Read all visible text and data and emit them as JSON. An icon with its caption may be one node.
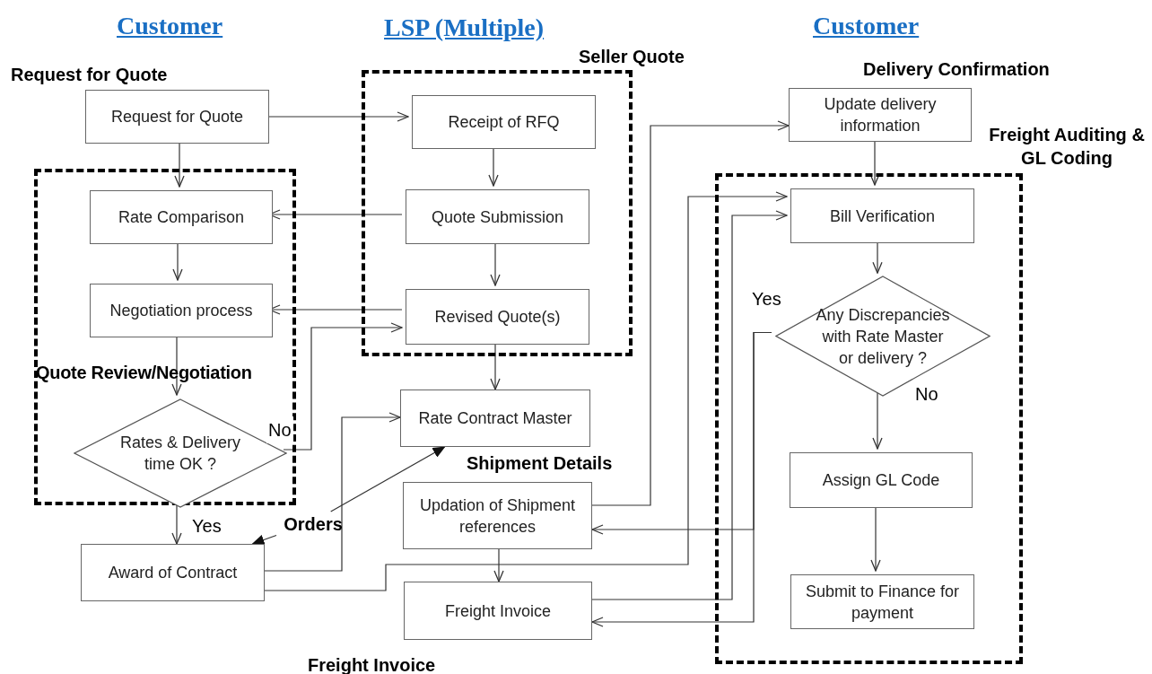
{
  "diagram": {
    "nodes": [
      {
        "text": [
          "Seller Quote"
        ]
      },
      {
        "text": [
          "Quote Review/Negotiation"
        ]
      },
      {
        "text": [
          "Freight Auditing & GL Coding"
        ]
      },
      {
        "text": [
          "Request for Quote"
        ]
      },
      {
        "text": [
          "Rate Comparison"
        ],
        "in": 1
      },
      {
        "text": [
          "Negotiation process"
        ],
        "in": 1
      },
      {
        "text": [
          "Rates & Delivery time OK ?"
        ],
        "in": 1
      },
      {
        "text": [
          "Award of Contract"
        ]
      },
      {
        "text": [
          "Receipt of RFQ"
        ],
        "in": 0
      },
      {
        "text": [
          "Quote Submission"
        ],
        "in": 0
      },
      {
        "text": [
          "Revised Quote(s)"
        ],
        "in": 0
      },
      {
        "text": [
          "Rate Contract Master"
        ]
      },
      {
        "text": [
          "Updation of Shipment references"
        ]
      },
      {
        "text": [
          "Freight Invoice"
        ]
      },
      {
        "text": [
          "Update delivery information"
        ]
      },
      {
        "text": [
          "Bill Verification"
        ],
        "in": 2
      },
      {
        "text": [
          "Any Discrepancies with Rate Master or delivery ?"
        ],
        "in": 2
      },
      {
        "text": [
          "Assign GL Code"
        ],
        "in": 2
      },
      {
        "text": [
          "Submit to Finance for payment"
        ],
        "in": 2
      },
      {
        "text": [
          "Orders"
        ]
      }
    ],
    "edges": [
      {
        "from": 3,
        "to": 8,
        "arrow": "to"
      },
      {
        "from": 3,
        "to": 4,
        "arrow": "to"
      },
      {
        "from": 9,
        "to": 4,
        "arrow": "to"
      },
      {
        "from": 4,
        "to": 5,
        "arrow": "to"
      },
      {
        "from": 10,
        "to": 5,
        "arrow": "to"
      },
      {
        "from": 5,
        "to": 6,
        "arrow": "to"
      },
      {
        "from": 6,
        "to": 10,
        "arrow": "to",
        "label": "No"
      },
      {
        "from": 6,
        "to": 7,
        "arrow": "to",
        "label": "Yes"
      },
      {
        "from": 8,
        "to": 9,
        "arrow": "to"
      },
      {
        "from": 9,
        "to": 10,
        "arrow": "to"
      },
      {
        "from": 10,
        "to": 11,
        "arrow": "to"
      },
      {
        "from": 7,
        "to": 11,
        "arrow": "to"
      },
      {
        "from": 19,
        "to": 7,
        "arrow": "to"
      },
      {
        "from": 19,
        "to": 11,
        "arrow": "to"
      },
      {
        "from": 12,
        "to": 14,
        "arrow": "to"
      },
      {
        "from": 7,
        "to": 15,
        "arrow": "to"
      },
      {
        "from": 13,
        "to": 15,
        "arrow": "to"
      },
      {
        "from": 16,
        "to": 12,
        "arrow": "to",
        "label": "Yes"
      },
      {
        "from": 16,
        "to": 13,
        "arrow": "to"
      },
      {
        "from": 14,
        "to": 15,
        "arrow": "to"
      },
      {
        "from": 15,
        "to": 16,
        "arrow": "to"
      },
      {
        "from": 16,
        "to": 17,
        "arrow": "to",
        "label": "No"
      },
      {
        "from": 17,
        "to": 18,
        "arrow": "to"
      },
      {
        "from": 12,
        "to": 13,
        "arrow": "to"
      }
    ],
    "labels": [
      "Customer",
      "LSP (Multiple)",
      "Customer",
      "Request for Quote",
      "Delivery Confirmation",
      "Shipment Details",
      "Freight Invoice"
    ]
  }
}
